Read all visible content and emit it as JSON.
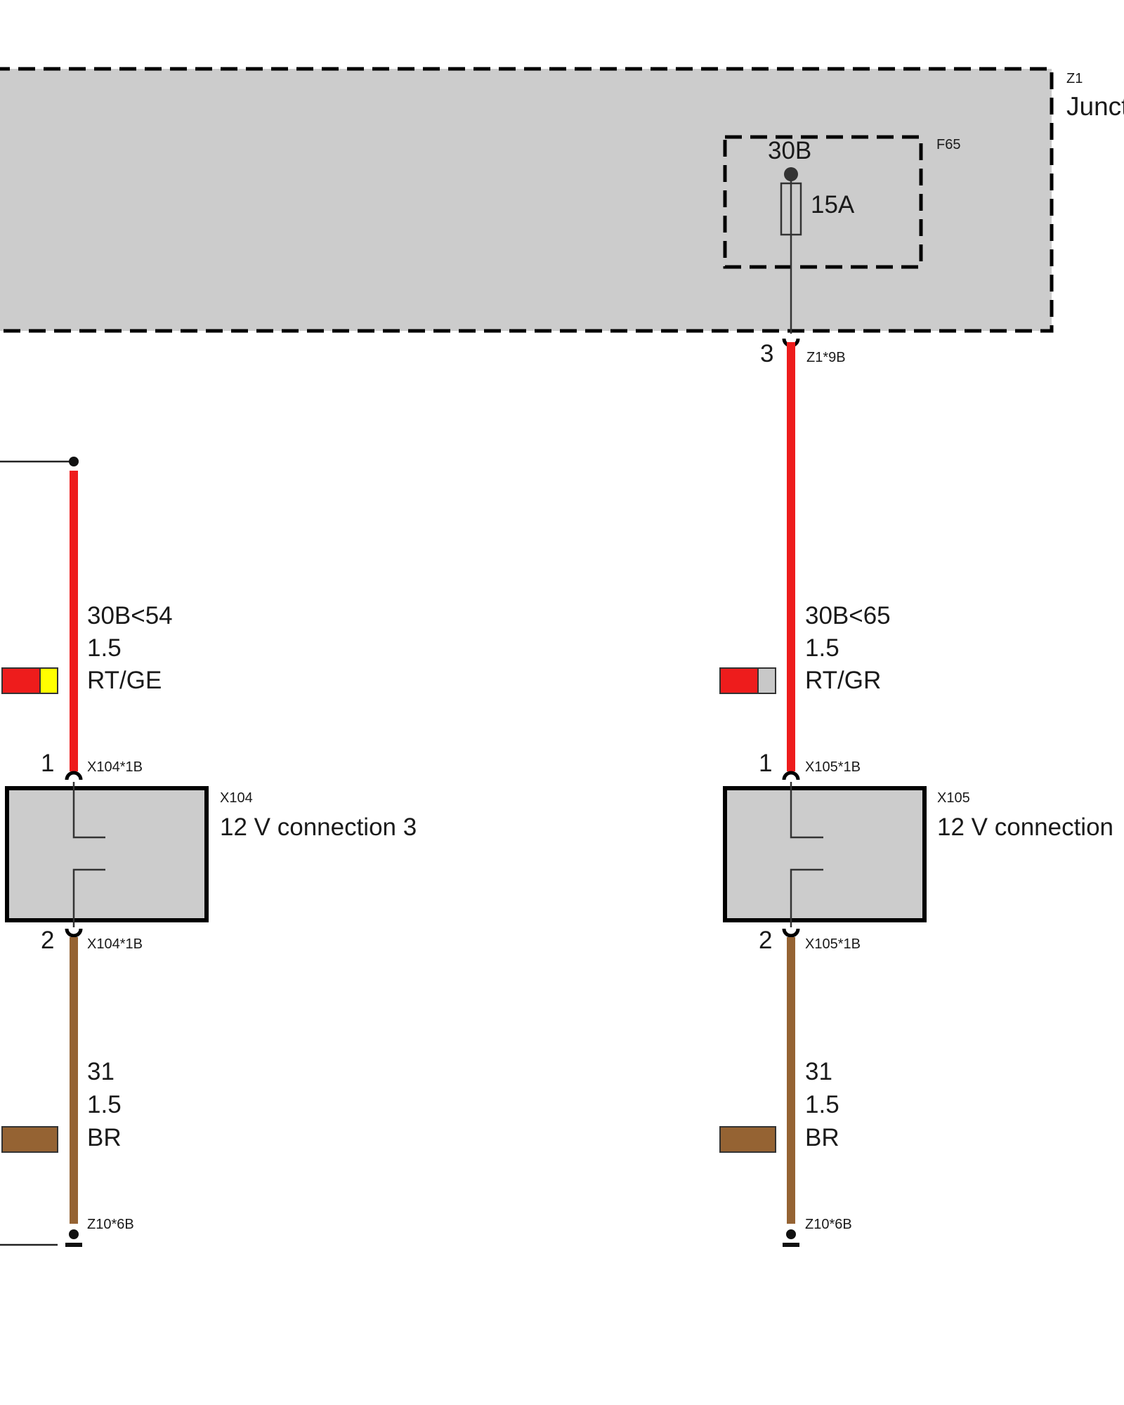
{
  "colors": {
    "enclosure_fill": "#cccccc",
    "component_fill": "#cccccc",
    "wire_red": "#ee1c1c",
    "wire_brown": "#956333",
    "swatch_yellow": "#ffff00",
    "swatch_grey": "#c8c8c8",
    "line": "#333333"
  },
  "junction_box": {
    "id": "Z1",
    "name": "Junct",
    "output_pin": "3",
    "output_connector": "Z1*9B"
  },
  "fuse": {
    "id": "F65",
    "terminal": "30B",
    "rating": "15A"
  },
  "circuits": [
    {
      "signal": "30B<54",
      "cross_section": "1.5",
      "color_code": "RT/GE",
      "swatch": [
        "wire_red",
        "swatch_yellow"
      ],
      "component_id": "X104",
      "component_name": "12 V connection 3",
      "pin_top": "1",
      "conn_top": "X104*1B",
      "pin_bottom": "2",
      "conn_bottom": "X104*1B",
      "ground_signal": "31",
      "ground_cross_section": "1.5",
      "ground_color_code": "BR",
      "ground_connector": "Z10*6B"
    },
    {
      "signal": "30B<65",
      "cross_section": "1.5",
      "color_code": "RT/GR",
      "swatch": [
        "wire_red",
        "swatch_grey"
      ],
      "component_id": "X105",
      "component_name": "12 V connection",
      "pin_top": "1",
      "conn_top": "X105*1B",
      "pin_bottom": "2",
      "conn_bottom": "X105*1B",
      "ground_signal": "31",
      "ground_cross_section": "1.5",
      "ground_color_code": "BR",
      "ground_connector": "Z10*6B"
    }
  ]
}
